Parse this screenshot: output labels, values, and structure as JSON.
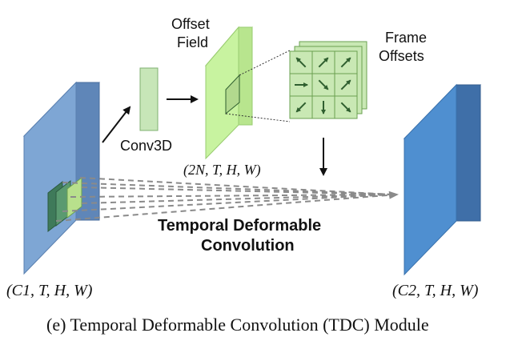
{
  "labels": {
    "offset_field_line1": "Offset",
    "offset_field_line2": "Field",
    "frame_offsets_line1": "Frame",
    "frame_offsets_line2": "Offsets",
    "conv3d": "Conv3D",
    "offset_field_dims": "(2N, T, H, W)",
    "input_dims": "(C1, T, H, W)",
    "output_dims": "(C2, T, H, W)",
    "tdc_title_line1": "Temporal Deformable",
    "tdc_title_line2": "Convolution",
    "caption": "(e) Temporal Deformable Convolution (TDC) Module"
  },
  "colors": {
    "input_front": "#7ea6d4",
    "input_side": "#5f86b8",
    "input_top": "#a9c6e8",
    "output_front": "#4f8fd0",
    "output_side": "#3f6fa8",
    "output_top": "#7fb0e0",
    "conv_box": "#c7e6b8",
    "offset_front": "#c8f3a0",
    "offset_side": "#a9d87e",
    "grid_fill": "#c9e8b4",
    "arrow_dark": "#2f5f2f",
    "kernel_dark": "#3f7a5a",
    "dashed_line": "#8a8a8a"
  },
  "icons": {
    "grid_arrows": [
      "arrow-up-left-icon",
      "arrow-up-right-icon",
      "arrow-up-right-icon",
      "arrow-right-icon",
      "arrow-down-right-icon",
      "arrow-up-right-icon",
      "arrow-down-left-icon",
      "arrow-down-icon",
      "arrow-down-right-icon"
    ]
  }
}
